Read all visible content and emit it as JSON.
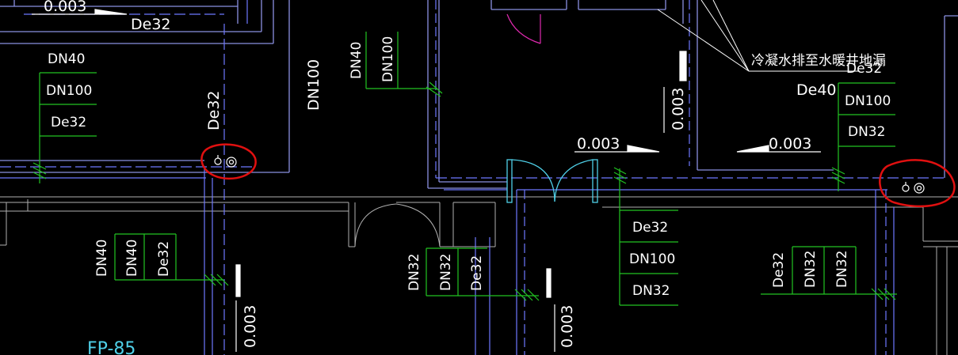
{
  "drawing": {
    "annotation": "冷凝水排至水暖井地漏",
    "room_tag": "FP-85",
    "colors": {
      "background": "#000000",
      "wall": "#8a8fe0",
      "wall_dim": "#5b5fb0",
      "pipe": "#6e78ff",
      "leader": "#22c422",
      "text": "#ffffff",
      "door": "#4fd0e8",
      "markup": "#e01010"
    },
    "slopes": {
      "top_left": "0.003",
      "mid_left": "0.003",
      "mid_right": "0.003",
      "vert_upper": "0.003",
      "vert_lower_left": "0.003",
      "vert_lower_mid": "0.003"
    },
    "labels": {
      "de32_top": "De32",
      "dn40_top": "DN40",
      "dn100_left": "DN100",
      "de32_left": "De32",
      "de32_vert_left": "De32",
      "dn100_vert_center": "DN100",
      "dn40_vert_center": "DN40",
      "dn100_vert_center2": "DN100",
      "de32_right_top": "De32",
      "de40_right": "De40",
      "dn100_right": "DN100",
      "dn32_right": "DN32",
      "dn40_bl1": "DN40",
      "dn40_bl2": "DN40",
      "de32_bl": "De32",
      "dn32_bm1": "DN32",
      "dn32_bm2": "DN32",
      "de32_bm": "De32",
      "de32_bc": "De32",
      "dn100_bc": "DN100",
      "dn32_bc": "DN32",
      "de32_br": "De32",
      "dn32_br1": "DN32",
      "dn32_br2": "DN32"
    },
    "markup_circles": [
      "drain-fixture-left",
      "drain-fixture-right"
    ]
  }
}
